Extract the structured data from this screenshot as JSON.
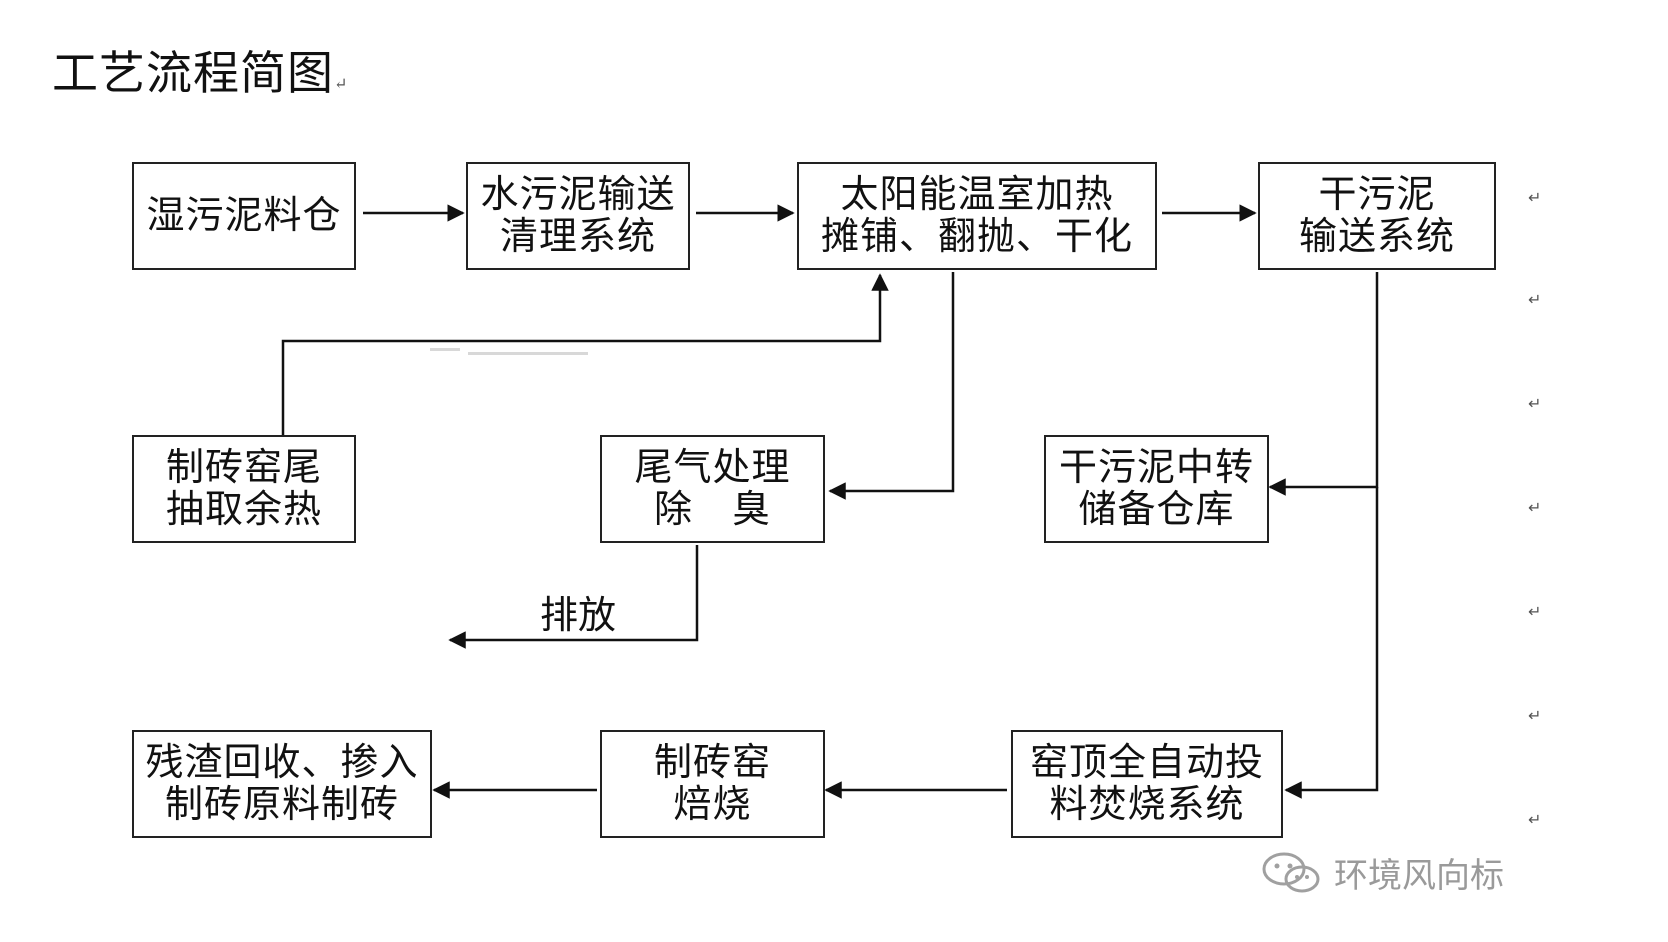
{
  "title": "工艺流程简图",
  "paragraph_mark": "↵",
  "nodes": {
    "wet_sludge_bin": {
      "lines": [
        "湿污泥料仓"
      ]
    },
    "water_sludge_conveyor": {
      "lines": [
        "水污泥输送",
        "清理系统"
      ]
    },
    "solar_greenhouse": {
      "lines": [
        "太阳能温室加热",
        "摊铺、翻抛、干化"
      ]
    },
    "dry_sludge_conveyor": {
      "lines": [
        "干污泥",
        "输送系统"
      ]
    },
    "kiln_tail_heat": {
      "lines": [
        "制砖窑尾",
        "抽取余热"
      ]
    },
    "exhaust_treatment": {
      "lines": [
        "尾气处理",
        "除　臭"
      ]
    },
    "dry_sludge_storage": {
      "lines": [
        "干污泥中转",
        "储备仓库"
      ]
    },
    "residue_recycle": {
      "lines": [
        "残渣回收、掺入",
        "制砖原料制砖"
      ]
    },
    "brick_kiln_firing": {
      "lines": [
        "制砖窑",
        "焙烧"
      ]
    },
    "kiln_top_feeding": {
      "lines": [
        "窑顶全自动投",
        "料焚烧系统"
      ]
    }
  },
  "edge_labels": {
    "discharge": "排放"
  },
  "watermark": {
    "icon": "wechat-icon",
    "text": "环境风向标"
  }
}
